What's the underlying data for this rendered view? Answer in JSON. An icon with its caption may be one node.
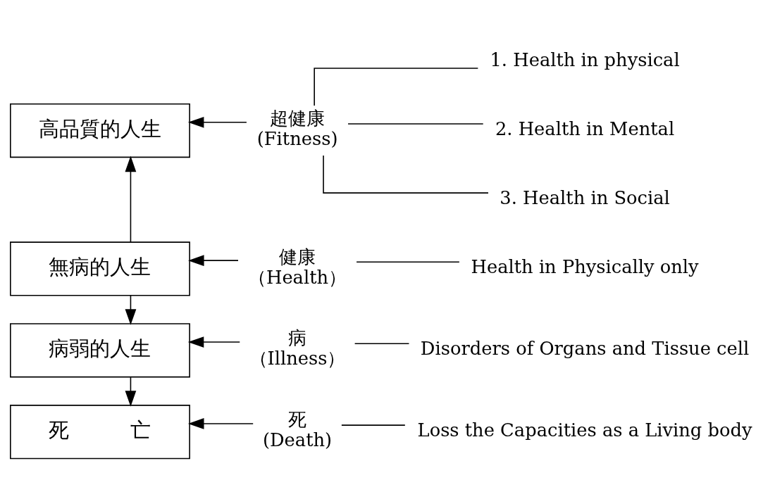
{
  "diagram": {
    "nodes": [
      {
        "text": [
          "高品質的人生"
        ]
      },
      {
        "text": [
          "無病的人生"
        ]
      },
      {
        "text": [
          "病弱的人生"
        ]
      },
      {
        "text": [
          "死　　　亡"
        ]
      },
      {
        "text": [
          "超健康",
          "(Fitness)"
        ]
      },
      {
        "text": [
          "1. Health in physical"
        ]
      },
      {
        "text": [
          "2. Health in Mental"
        ]
      },
      {
        "text": [
          "3. Health in Social"
        ]
      },
      {
        "text": [
          "健康",
          "（Health）"
        ]
      },
      {
        "text": [
          "Health in Physically only"
        ]
      },
      {
        "text": [
          "病",
          "（Illness）"
        ]
      },
      {
        "text": [
          "Disorders of Organs and Tissue cell"
        ]
      },
      {
        "text": [
          "死",
          "(Death)"
        ]
      },
      {
        "text": [
          "Loss the Capacities as a Living body"
        ]
      }
    ],
    "edges": [
      {
        "from": 1,
        "to": 0,
        "arrow": "to"
      },
      {
        "from": 1,
        "to": 2,
        "arrow": "to"
      },
      {
        "from": 2,
        "to": 3,
        "arrow": "to"
      },
      {
        "from": 4,
        "to": 0,
        "arrow": "to"
      },
      {
        "from": 4,
        "to": 5,
        "arrow": "none"
      },
      {
        "from": 4,
        "to": 6,
        "arrow": "none"
      },
      {
        "from": 4,
        "to": 7,
        "arrow": "none"
      },
      {
        "from": 8,
        "to": 1,
        "arrow": "to"
      },
      {
        "from": 8,
        "to": 9,
        "arrow": "none"
      },
      {
        "from": 10,
        "to": 2,
        "arrow": "to"
      },
      {
        "from": 10,
        "to": 11,
        "arrow": "none"
      },
      {
        "from": 12,
        "to": 3,
        "arrow": "to"
      },
      {
        "from": 12,
        "to": 13,
        "arrow": "none"
      }
    ]
  }
}
